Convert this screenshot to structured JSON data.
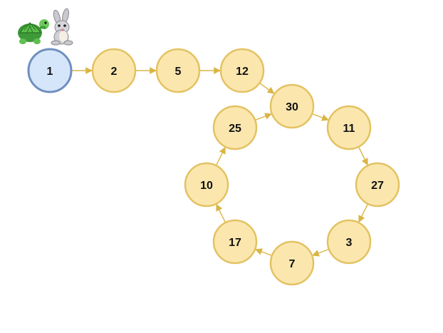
{
  "colors": {
    "node_fill": "#fbe7ae",
    "node_stroke": "#e3c262",
    "head_fill": "#d6e6fa",
    "head_stroke": "#6f8fbe",
    "edge": "#d9b545"
  },
  "icons": {
    "tortoise": "tortoise-icon",
    "rabbit": "rabbit-icon"
  },
  "nodes": [
    {
      "id": "n1",
      "label": "1",
      "head": true
    },
    {
      "id": "n2",
      "label": "2"
    },
    {
      "id": "n5",
      "label": "5"
    },
    {
      "id": "n12",
      "label": "12"
    },
    {
      "id": "n30",
      "label": "30"
    },
    {
      "id": "n11",
      "label": "11"
    },
    {
      "id": "n27",
      "label": "27"
    },
    {
      "id": "n3",
      "label": "3"
    },
    {
      "id": "n7",
      "label": "7"
    },
    {
      "id": "n17",
      "label": "17"
    },
    {
      "id": "n10",
      "label": "10"
    },
    {
      "id": "n25",
      "label": "25"
    }
  ],
  "edges": [
    [
      "n1",
      "n2"
    ],
    [
      "n2",
      "n5"
    ],
    [
      "n5",
      "n12"
    ],
    [
      "n12",
      "n30"
    ],
    [
      "n30",
      "n11"
    ],
    [
      "n11",
      "n27"
    ],
    [
      "n27",
      "n3"
    ],
    [
      "n3",
      "n7"
    ],
    [
      "n7",
      "n17"
    ],
    [
      "n17",
      "n10"
    ],
    [
      "n10",
      "n25"
    ],
    [
      "n25",
      "n30"
    ]
  ]
}
